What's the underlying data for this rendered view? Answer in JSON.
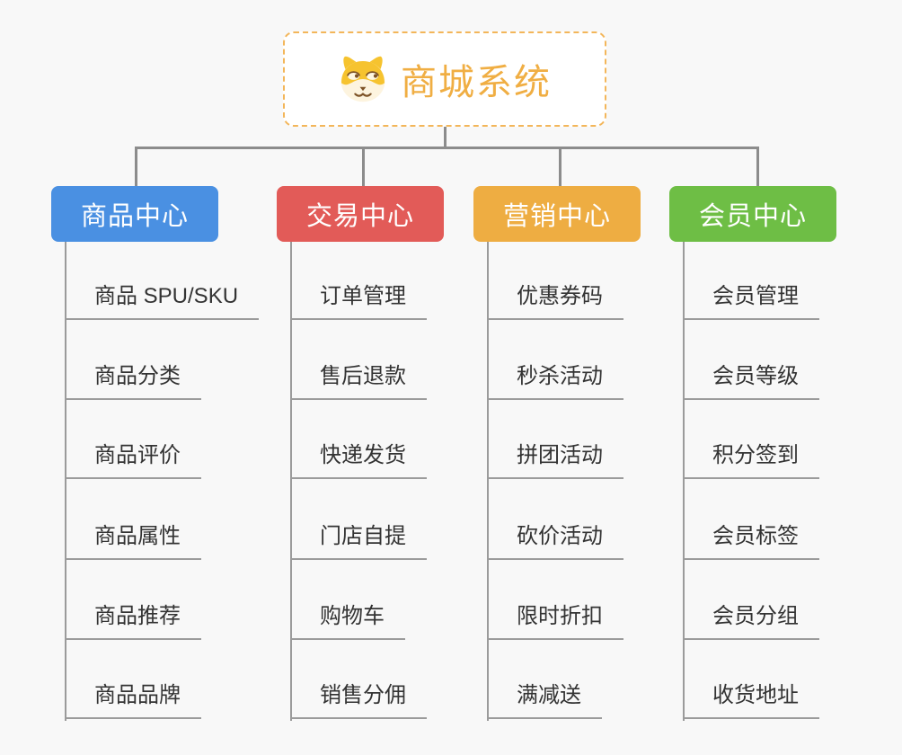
{
  "root": {
    "title": "商城系统",
    "icon": "dog-face-icon",
    "title_color": "#f0ae43",
    "border_color": "#f3b65a"
  },
  "branches": [
    {
      "label": "商品中心",
      "color": "#4a90e2",
      "items": [
        "商品 SPU/SKU",
        "商品分类",
        "商品评价",
        "商品属性",
        "商品推荐",
        "商品品牌"
      ]
    },
    {
      "label": "交易中心",
      "color": "#e25b58",
      "items": [
        "订单管理",
        "售后退款",
        "快递发货",
        "门店自提",
        "购物车",
        "销售分佣"
      ]
    },
    {
      "label": "营销中心",
      "color": "#eead42",
      "items": [
        "优惠券码",
        "秒杀活动",
        "拼团活动",
        "砍价活动",
        "限时折扣",
        "满减送"
      ]
    },
    {
      "label": "会员中心",
      "color": "#6ebe45",
      "items": [
        "会员管理",
        "会员等级",
        "积分签到",
        "会员标签",
        "会员分组",
        "收货地址"
      ]
    }
  ],
  "connector_color": "#8c8c8c",
  "background_color": "#f8f8f8"
}
